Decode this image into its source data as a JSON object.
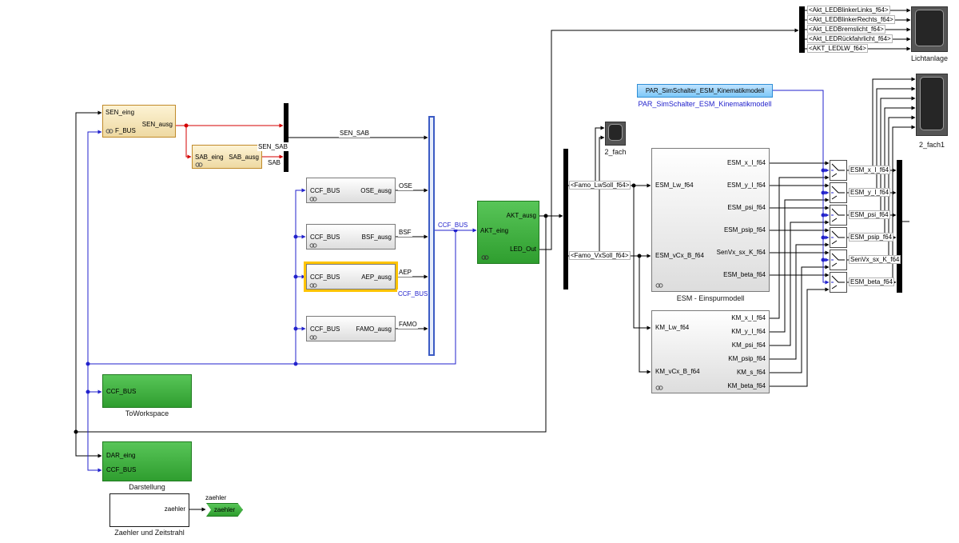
{
  "colors": {
    "wire_red": "#d40000",
    "wire_blue": "#2222cc",
    "selection": "#ffc400",
    "green_block": "#3aa63a",
    "tan_block": "#f2dca8",
    "par_blue": "#7ec8f8"
  },
  "sen": {
    "in1": "SEN_eing",
    "in2": "F_BUS",
    "out": "SEN_ausg"
  },
  "sab": {
    "in": "SAB_eing",
    "out": "SAB_ausg"
  },
  "mux1": {
    "name": "SEN_SAB",
    "sab_signal": "SAB",
    "out_signal": "SEN_SAB"
  },
  "subsystems": [
    {
      "in": "CCF_BUS",
      "out": "OSE_ausg",
      "signal": "OSE"
    },
    {
      "in": "CCF_BUS",
      "out": "BSF_ausg",
      "signal": "BSF"
    },
    {
      "in": "CCF_BUS",
      "out": "AEP_ausg",
      "signal": "AEP"
    },
    {
      "in": "CCF_BUS",
      "out": "FAMO_ausg",
      "signal": "FAMO"
    }
  ],
  "bus": {
    "label": "CCF_BUS",
    "out_signal": "CCF_BUS"
  },
  "akt": {
    "in": "AKT_eing",
    "out1": "AKT_ausg",
    "out2": "LED_Out"
  },
  "famo": {
    "lw": "<Famo_LwSoll_f64>",
    "vx": "<Famo_VxSoll_f64>"
  },
  "scope_small": {
    "label": "2_fach"
  },
  "par": {
    "text": "PAR_SimSchalter_ESM_Kinematikmodell",
    "label": "PAR_SimSchalter_ESM_Kinematikmodell"
  },
  "esm": {
    "label": "ESM - Einspurmodell",
    "in": [
      "ESM_Lw_f64",
      "ESM_vCx_B_f64"
    ],
    "out": [
      "ESM_x_I_f64",
      "ESM_y_I_f64",
      "ESM_psi_f64",
      "ESM_psip_f64",
      "SenVx_sx_K_f64",
      "ESM_beta_f64"
    ]
  },
  "km": {
    "in": [
      "KM_Lw_f64",
      "KM_vCx_B_f64"
    ],
    "out": [
      "KM_x_I_f64",
      "KM_y_I_f64",
      "KM_psi_f64",
      "KM_psip_f64",
      "KM_s_f64",
      "KM_beta_f64"
    ]
  },
  "sw_out": [
    "ESM_x_I_f64",
    "ESM_y_I_f64",
    "ESM_psi_f64",
    "ESM_psip_f64",
    "SenVx_sx_K_f64",
    "ESM_beta_f64"
  ],
  "led": {
    "signals": [
      "<Akt_LEDBlinkerLinks_f64>",
      "<Akt_LEDBlinkerRechts_f64>",
      "<Akt_LEDBremslicht_f64>",
      "<Akt_LEDRückfahrlicht_f64>",
      "<AKT_LEDLW_f64>"
    ],
    "scope": "Lichtanlage"
  },
  "scope_right": {
    "label": "2_fach1"
  },
  "tw": {
    "in": "CCF_BUS",
    "label": "ToWorkspace"
  },
  "dar": {
    "in1": "DAR_eing",
    "in2": "CCF_BUS",
    "label": "Darstellung"
  },
  "z": {
    "port": "zaehler",
    "label": "Zaehler und Zeitstrahl",
    "signal": "zaehler",
    "goto": "zaehler"
  }
}
